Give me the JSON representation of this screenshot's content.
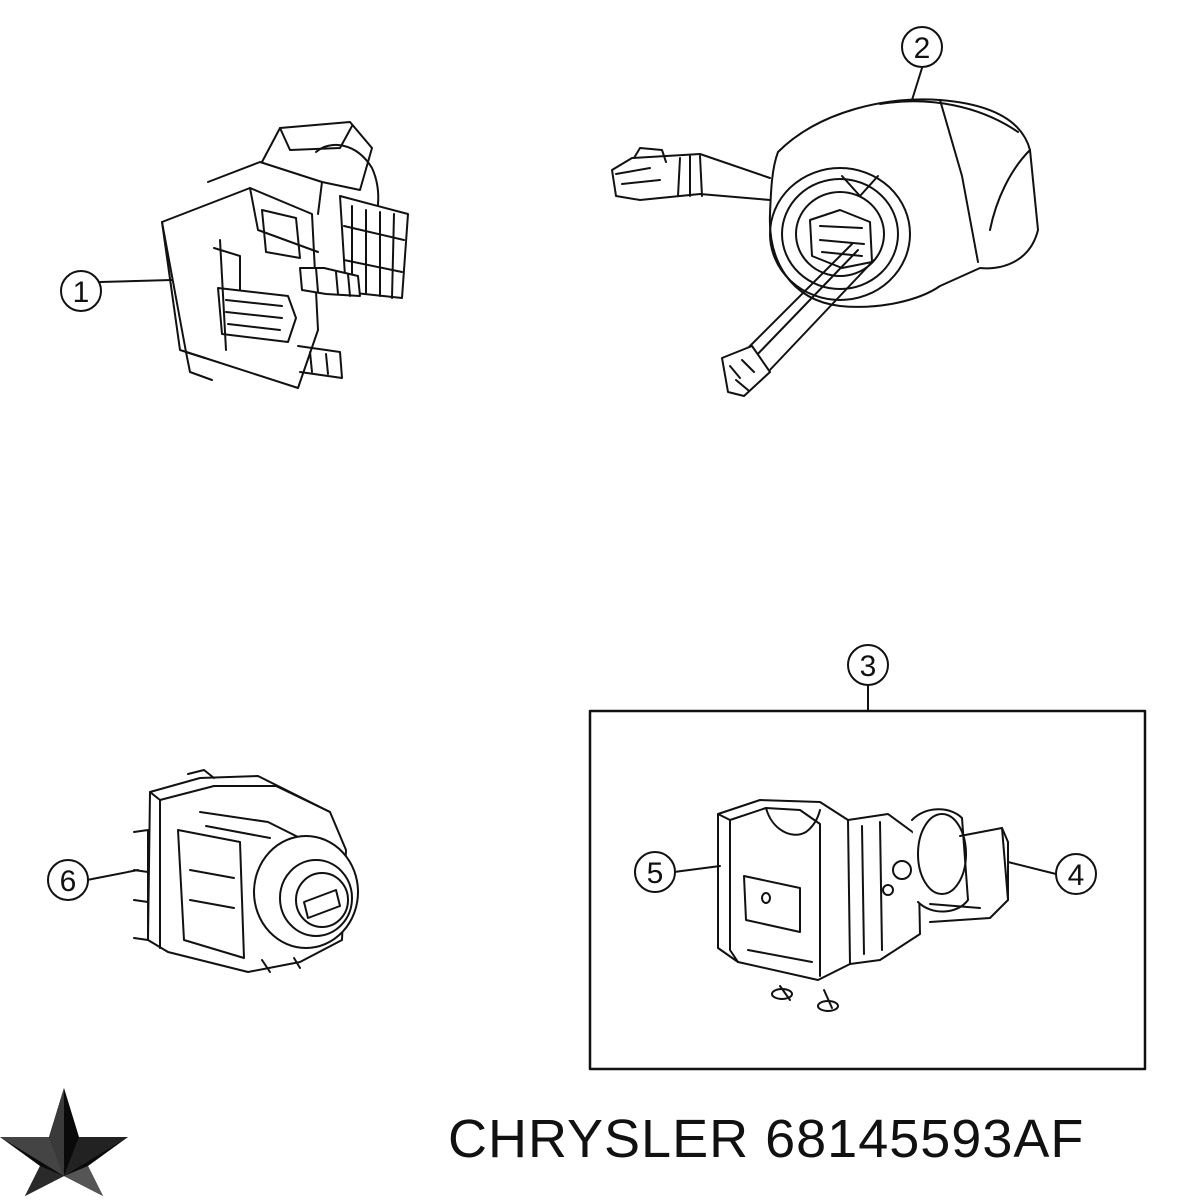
{
  "callouts": {
    "c1": "1",
    "c2": "2",
    "c3": "3",
    "c4": "4",
    "c5": "5",
    "c6": "6"
  },
  "brand": {
    "text": "CHRYSLER 68145593AF",
    "logo": "chrysler-pentastar-logo"
  }
}
